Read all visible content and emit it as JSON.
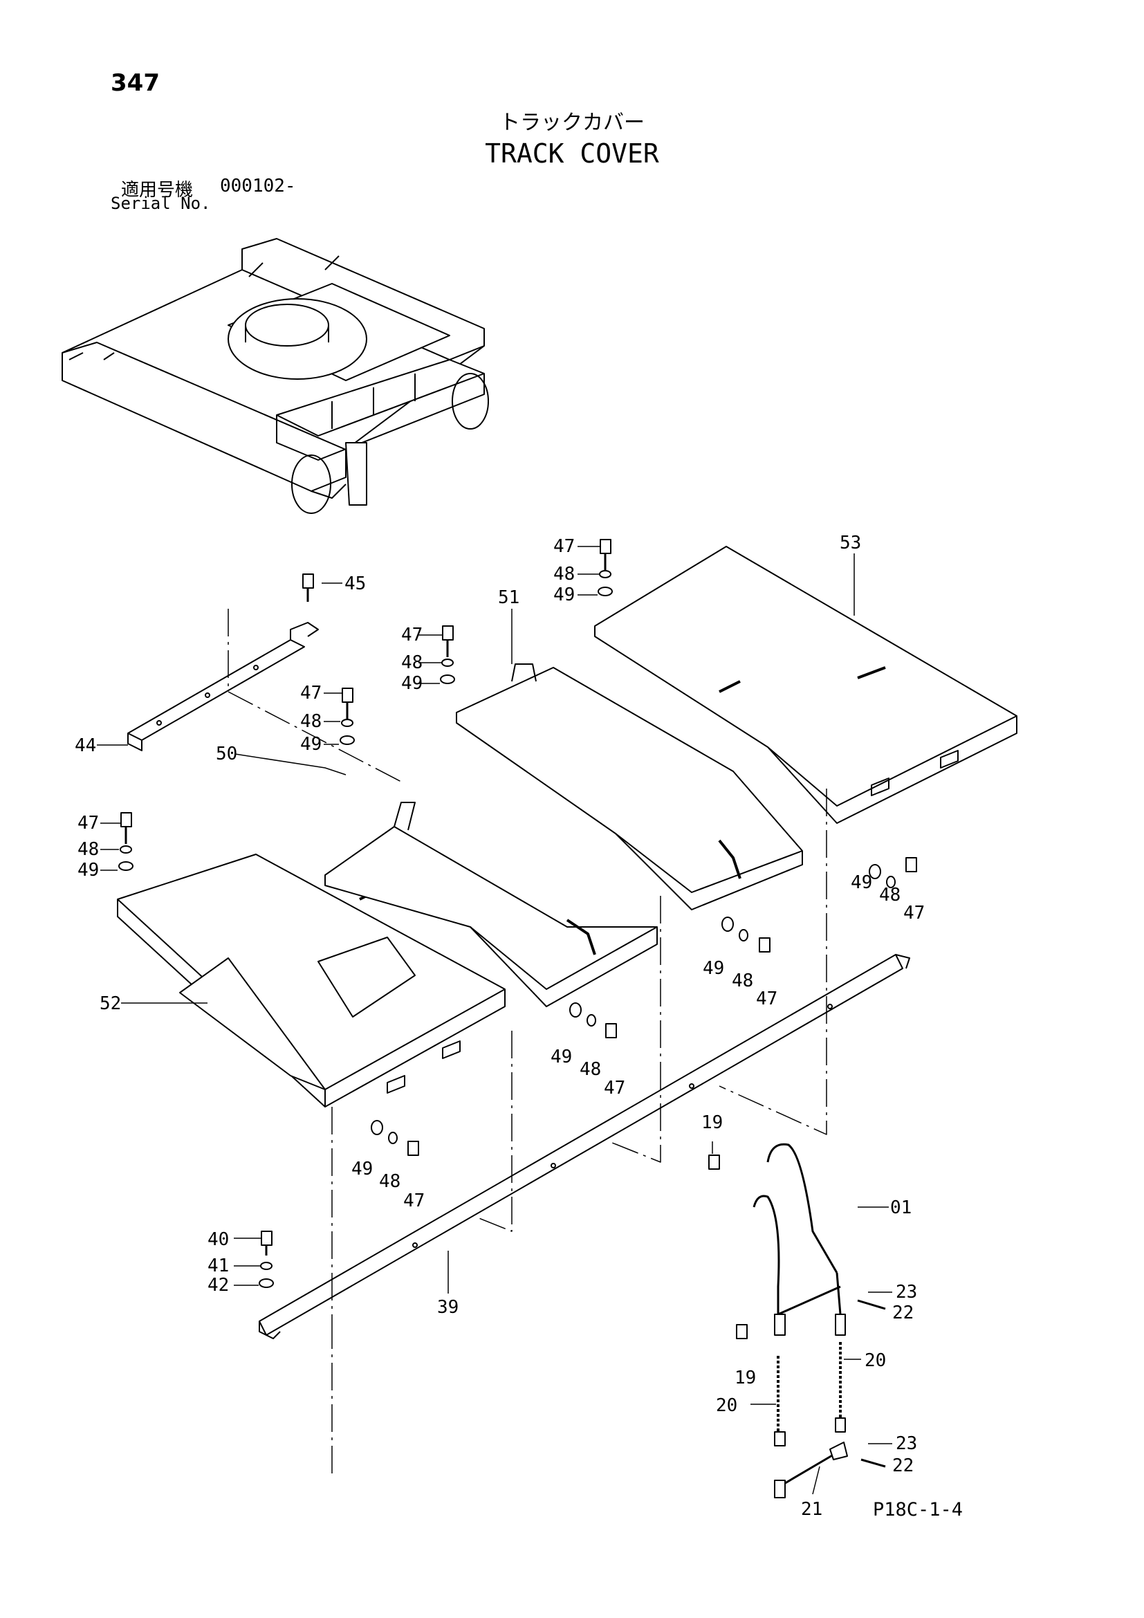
{
  "page_number": "347",
  "title_jp": "トラックカバー",
  "title_en": "TRACK COVER",
  "serial": {
    "label_jp": "適用号機",
    "value": "000102-",
    "label_en": "Serial No."
  },
  "footer_code": "P18C-1-4",
  "callouts": {
    "c45": "45",
    "c44": "44",
    "c50": "50",
    "c51": "51",
    "c52": "52",
    "c53": "53",
    "c47a": "47",
    "c48a": "48",
    "c49a": "49",
    "c47b": "47",
    "c48b": "48",
    "c49b": "49",
    "c47c": "47",
    "c48c": "48",
    "c49c": "49",
    "c47d": "47",
    "c48d": "48",
    "c49d": "49",
    "c49e": "49",
    "c48e": "48",
    "c47e": "47",
    "c49f": "49",
    "c48f": "48",
    "c47f": "47",
    "c49g": "49",
    "c48g": "48",
    "c47g": "47",
    "c49h": "49",
    "c48h": "48",
    "c47h": "47",
    "c40": "40",
    "c41": "41",
    "c42": "42",
    "c39": "39",
    "c19a": "19",
    "c01": "01",
    "c23a": "23",
    "c22a": "22",
    "c20a": "20",
    "c19b": "19",
    "c20b": "20",
    "c23b": "23",
    "c22b": "22",
    "c21": "21"
  }
}
